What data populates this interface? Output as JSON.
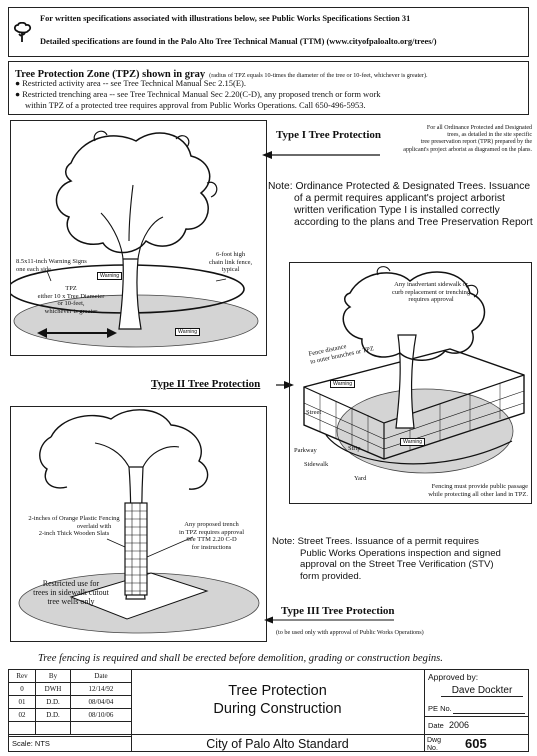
{
  "header": {
    "line1": "For written specifications associated with illustrations below, see Public Works Specifications Section 31",
    "line2": "Detailed specifications are found in the Palo Alto Tree Technical Manual (TTM) (www.cityofpaloalto.org/trees/)"
  },
  "tpz": {
    "title": "Tree Protection Zone (TPZ) shown in gray",
    "title_note": "(radius of TPZ equals 10-times the diameter of the tree or 10-feet, whichever is greater).",
    "bullet1": "Restricted activity area -- see Tree Technical Manual Sec 2.15(E).",
    "bullet2": "Restricted trenching area -- see Tree Technical Manual Sec 2.20(C-D), any proposed trench or form work",
    "bullet2_cont": "within TPZ of a protected tree requires approval from Public Works Operations.  Call 650-496-5953."
  },
  "type1": {
    "heading": "Type I Tree Protection",
    "desc1": "For all Ordinance Protected and Designated",
    "desc2": "trees, as detailed in the site specific",
    "desc3": "tree preservation report (TPR) prepared by the",
    "desc4": "applicant's project arborist as diagramed on the plans.",
    "note_line1": "Note: Ordinance Protected & Designated Trees. Issuance",
    "note_line2": "of a permit requires applicant's project arborist",
    "note_line3": "written verification Type I is installed correctly",
    "note_line4": "according to the plans and Tree Preservation Report",
    "signs_label1": "8.5x11-inch Warning Signs",
    "signs_label2": "one each side",
    "fence_label1": "6-foot high",
    "fence_label2": "chain link fence,",
    "fence_label3": "typical",
    "tpz_label1": "TPZ",
    "tpz_label2": "either 10 x Tree Diameter",
    "tpz_label3": "or 10-feet,",
    "tpz_label4": "whichever is greater",
    "warning": "Warning"
  },
  "type2": {
    "heading": "Type II Tree Protection",
    "sidewalk_note1": "Any inadvertant sidewalk or",
    "sidewalk_note2": "curb replacement or trenching",
    "sidewalk_note3": "requires approval",
    "fence_dist1": "Fence distance",
    "fence_dist2": "to outer branches or TPZ",
    "street": "Street",
    "parkway": "Parkway",
    "strip": "Strip",
    "sidewalk": "Sidewalk",
    "yard": "Yard",
    "warning": "Warning",
    "passage1": "Fencing must provide public passage",
    "passage2": "while protecting all other land in TPZ."
  },
  "type3": {
    "heading": "Type III Tree Protection",
    "subnote": "(to be used only with approval of Public Works Operations)",
    "fencing1": "2-inches of Orange Plastic Fencing",
    "fencing2": "overlaid with",
    "fencing3": "2-inch Thick Wooden Slats",
    "trench1": "Any proposed trench",
    "trench2": "in TPZ requires approval",
    "trench3": "See TTM 2.20 C-D",
    "trench4": "for instructions",
    "restricted1": "Restricted use for",
    "restricted2": "trees in sidewalk cutout",
    "restricted3": "tree wells only",
    "note_line1": "Note: Street Trees. Issuance of a permit requires",
    "note_line2": "Public Works Operations inspection and signed",
    "note_line3": "approval on the Street Tree Verification (STV)",
    "note_line4": "form provided."
  },
  "footer_note": "Tree fencing is required and shall be erected before demolition, grading or construction begins.",
  "title_block": {
    "rev_headers": [
      "Rev",
      "By",
      "Date"
    ],
    "revisions": [
      {
        "rev": "0",
        "by": "DWH",
        "date": "12/14/92"
      },
      {
        "rev": "01",
        "by": "D.D.",
        "date": "08/04/04"
      },
      {
        "rev": "02",
        "by": "D.D.",
        "date": "08/10/06"
      }
    ],
    "title_line1": "Tree Protection",
    "title_line2": "During Construction",
    "standard": "City of Palo Alto Standard",
    "scale": "Scale: NTS",
    "approved_label": "Approved by:",
    "approved_name": "Dave Dockter",
    "pe_label": "PE No.",
    "date_label": "Date",
    "date_value": "2006",
    "dwg_label": "Dwg No.",
    "dwg_value": "605"
  }
}
